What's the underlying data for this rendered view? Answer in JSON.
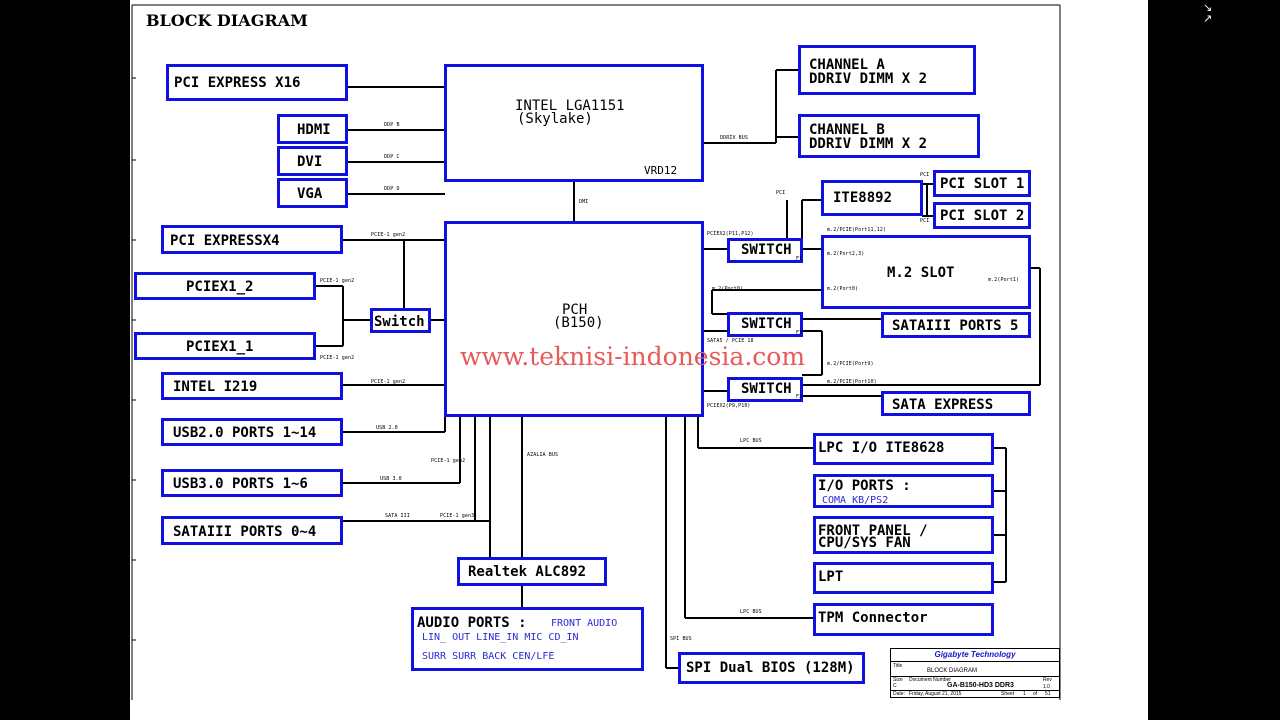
{
  "title": "BLOCK DIAGRAM",
  "watermark": "www.teknisi-indonesia.com",
  "colors": {
    "box_border": "#1010e0",
    "sub_text": "#2b2bd6",
    "watermark": "#e65a5a"
  },
  "blocks": {
    "pci_express_x16": "PCI EXPRESS X16",
    "hdmi": "HDMI",
    "dvi": "DVI",
    "vga": "VGA",
    "cpu_line1": "INTEL LGA1151",
    "cpu_line2": "(Skylake)",
    "cpu_vrd": "VRD12",
    "channel_a_line1": "CHANNEL A",
    "channel_a_line2": "DDRIV  DIMM X 2",
    "channel_b_line1": "CHANNEL B",
    "channel_b_line2": "DDRIV DIMM X 2",
    "ite8892": "ITE8892",
    "pci_slot_1": "PCI SLOT 1",
    "pci_slot_2": "PCI SLOT 2",
    "pci_express_x4": "PCI EXPRESSX4",
    "pciex1_2": "PCIEX1_2",
    "pciex1_1": "PCIEX1_1",
    "switch_left": "Switch",
    "intel_i219": "INTEL I219",
    "usb20": "USB2.0 PORTS 1~14",
    "usb30": "USB3.0 PORTS 1~6",
    "sataiii_0_4": "SATAIII PORTS 0~4",
    "pch_line1": "PCH",
    "pch_line2": "(B150)",
    "switch_1": "SWITCH",
    "switch_2": "SWITCH",
    "switch_3": "SWITCH",
    "m2_slot": "M.2 SLOT",
    "sataiii_5": "SATAIII PORTS 5",
    "sata_express": "SATA EXPRESS",
    "lpc_io": "LPC I/O ITE8628",
    "io_ports": "I/O PORTS :",
    "io_ports_sub": "COMA  KB/PS2",
    "front_panel_line1": "FRONT PANEL /",
    "front_panel_line2": "CPU/SYS FAN",
    "lpt": "LPT",
    "tpm": "TPM Connector",
    "realtek": "Realtek ALC892",
    "audio_ports": "AUDIO PORTS :",
    "audio_front": "FRONT AUDIO",
    "audio_row2": "LIN_ OUT   LINE_IN   MIC  CD_IN",
    "audio_row3": "SURR    SURR BACK    CEN/LFE",
    "spi_bios": "SPI Dual BIOS (128M)"
  },
  "labels": {
    "ddp_b": "DDP B",
    "ddp_c": "DDP C",
    "ddp_d": "DDP D",
    "ddriv_bus": "DDRIV BUS",
    "dmi": "DMI",
    "pci_ite": "PCI",
    "pci_slot1": "PCI",
    "pci_slot2": "PCI",
    "pciex2_p11": "PCIEX2(P11,P12)",
    "m2_pcie_port11": "m.2/PCIE(Port11,12)",
    "m2_port23": "m.2(Port2,3)",
    "m2_port0_a": "m.2(Port0)",
    "m2_port0_b": "m.2(Port0)",
    "m2_port1": "m.2(Port1)",
    "sata5_pcie18": "SATA5 / PCIE 18",
    "m2_pcie_port9": "m.2/PCIE(Port9)",
    "m2_pcie_port10": "m.2/PCIE(Port10)",
    "pciex2_p9": "PCIEX2(P9,P10)",
    "f1": "F1",
    "f2": "F2",
    "f3": "F3",
    "pcie1_gen2_x4": "PCIE-1 gen2",
    "pcie1_gen2_a": "PCIE-1 gen2",
    "pcie1_gen2_b": "PCIE-1 gen2",
    "pcie1_gen2_i219": "PCIE-1 gen2",
    "usb20_bus": "USB 2.0",
    "pcie1_gen2_usb3": "PCIE-1 gen2",
    "usb30_bus": "USB 3.0",
    "sata_iii": "SATA III",
    "pcie1_gen3": "PCIE-1 gen3",
    "azalia_bus": "AZALIA BUS",
    "lpc_bus_1": "LPC BUS",
    "lpc_bus_2": "LPC BUS",
    "spi_bus": "SPI BUS"
  },
  "title_block": {
    "company": "Gigabyte Technology",
    "title_label": "Title",
    "title": "BLOCK DIAGRAM",
    "size_label": "Size",
    "size": "C",
    "doc_label": "Document Number",
    "doc_number": "GA-B150-HD3 DDR3",
    "rev_label": "Rev",
    "rev": "1.0",
    "date_label": "Date:",
    "date": "Friday, August 21, 2015",
    "sheet_label": "Sheet",
    "sheet": "1",
    "of_label": "of",
    "sheets": "51"
  },
  "window": {
    "corner_icon": "collapse-icon"
  }
}
